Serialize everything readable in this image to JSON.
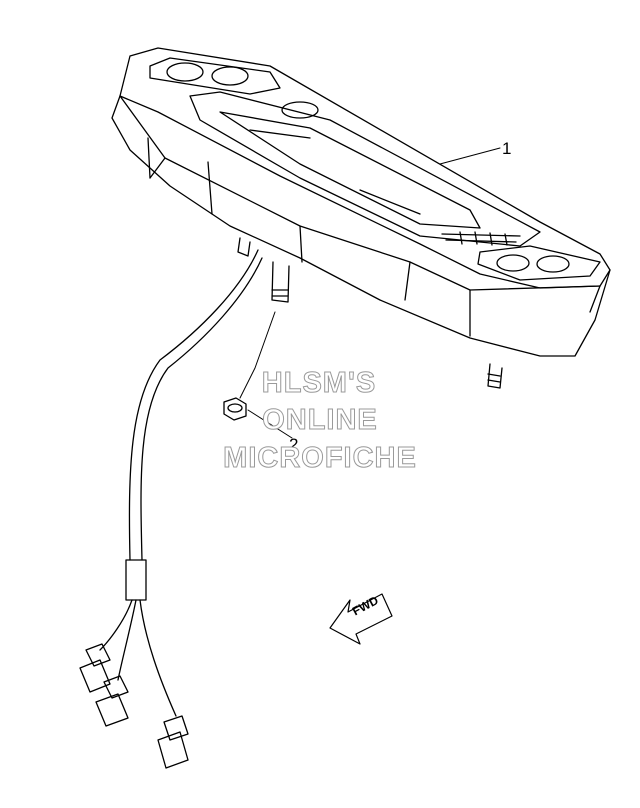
{
  "callouts": {
    "part_1": "1",
    "part_2": "2"
  },
  "watermark": {
    "line1": "HLSM'S",
    "line2": "ONLINE",
    "line3": "MICROFICHE"
  },
  "direction_arrow": {
    "label": "FWD"
  },
  "colors": {
    "line": "#000000",
    "watermark_outline": "#9a9a9a",
    "background": "#ffffff"
  }
}
